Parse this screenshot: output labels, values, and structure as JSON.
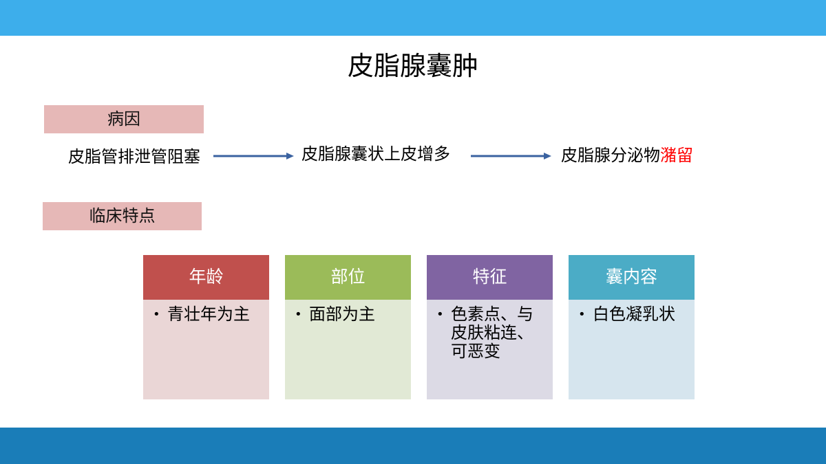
{
  "slide": {
    "title": "皮脂腺囊肿",
    "cause_label": "病因",
    "clinical_label": "临床特点",
    "flow": {
      "step1": "皮脂管排泄管阻塞",
      "step2": "皮脂腺囊状上皮增多",
      "step3_main": "皮脂腺分泌物",
      "step3_highlight": "潴留"
    },
    "cards": [
      {
        "header": "年龄",
        "items": [
          "青壮年为主"
        ]
      },
      {
        "header": "部位",
        "items": [
          "面部为主"
        ]
      },
      {
        "header": "特征",
        "items": [
          "色素点、与皮肤粘连、可恶变"
        ]
      },
      {
        "header": "囊内容",
        "items": [
          "白色凝乳状"
        ]
      }
    ]
  },
  "colors": {
    "top_bar": "#3daeeb",
    "bottom_bar": "#1a7db8",
    "label_bg": "#e6b8b7",
    "highlight_text": "#ff0000",
    "arrow": "#3a62a0",
    "card_age": "#c0504d",
    "card_site": "#9bbb59",
    "card_feature": "#8064a2",
    "card_content": "#4bacc6"
  },
  "icons": {
    "arrow": "right-arrow-icon",
    "bullet": "•"
  }
}
